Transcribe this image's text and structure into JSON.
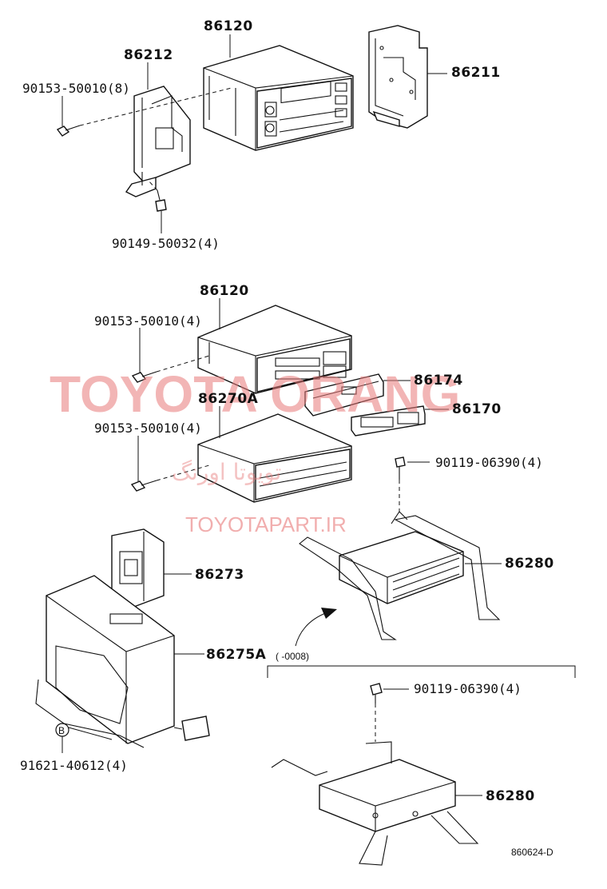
{
  "watermark": {
    "brand": "TOYOTA ORANG",
    "url": "TOYOTAPART.IR",
    "farsi": "تويوتا اورنگ"
  },
  "labels": {
    "p86120_top": "86120",
    "p86212": "86212",
    "p86211": "86211",
    "screw_top": "90153-50010(8)",
    "screw_bottom_top": "90149-50032(4)",
    "p86120_mid": "86120",
    "screw_mid1": "90153-50010(4)",
    "p86174": "86174",
    "p86170": "86170",
    "p86270a": "86270A",
    "screw_mid2": "90153-50010(4)",
    "bolt_mid": "90119-06390(4)",
    "p86280_a": "86280",
    "p86273": "86273",
    "p86275a": "86275A",
    "date_range": "(     -0008)",
    "bolt_low": "90119-06390(4)",
    "badge_b": "B",
    "p91621": "91621-40612(4)",
    "p86280_b": "86280",
    "diagram_code": "860624-D"
  }
}
